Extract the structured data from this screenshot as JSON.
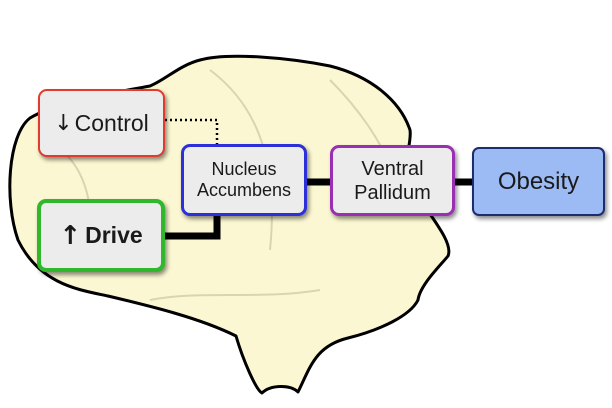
{
  "nodes": {
    "control": {
      "arrow": "↓",
      "label": "Control",
      "border_color": "#e03b2e"
    },
    "drive": {
      "arrow": "↑",
      "label": "Drive",
      "border_color": "#2fb82b"
    },
    "nucleus_accumbens": {
      "line1": "Nucleus",
      "line2": "Accumbens",
      "border_color": "#2d2fd8"
    },
    "ventral_pallidum": {
      "line1": "Ventral",
      "line2": "Pallidum",
      "border_color": "#9a2fb3"
    },
    "obesity": {
      "label": "Obesity",
      "fill_color": "#9cbaf4",
      "border_color": "#1d2c6e"
    }
  },
  "edges": [
    {
      "from": "control",
      "to": "nucleus_accumbens",
      "style": "dotted"
    },
    {
      "from": "drive",
      "to": "nucleus_accumbens",
      "style": "solid"
    },
    {
      "from": "nucleus_accumbens",
      "to": "ventral_pallidum",
      "style": "solid"
    },
    {
      "from": "ventral_pallidum",
      "to": "obesity",
      "style": "solid"
    }
  ],
  "colors": {
    "brain_fill": "#fbf7d2",
    "brain_outline": "#000000",
    "connector": "#000000"
  },
  "icons": {
    "background": "brain-outline-icon"
  }
}
